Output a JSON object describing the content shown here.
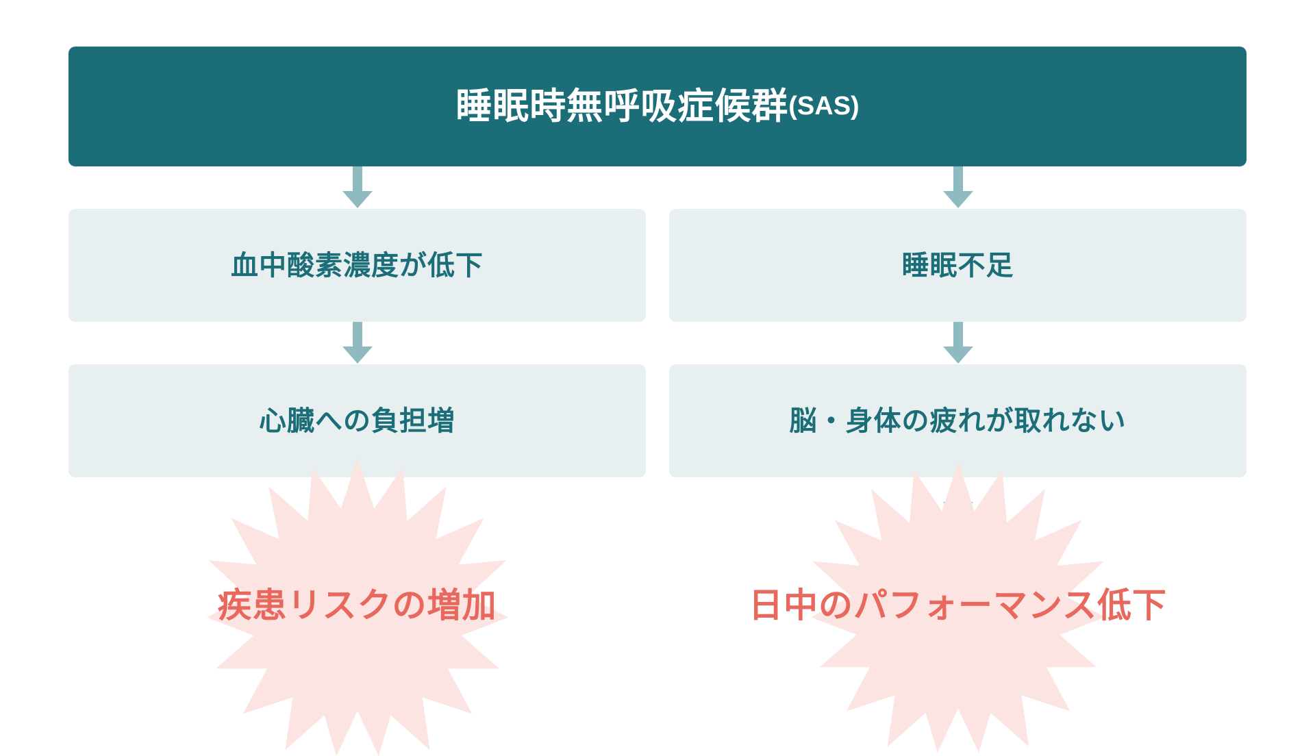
{
  "header": {
    "title": "睡眠時無呼吸症候群",
    "abbr": "(SAS)",
    "bg_color": "#1b6d77",
    "text_color": "#ffffff"
  },
  "theme": {
    "teal": "#1b6d77",
    "box_bg": "#e7eff1",
    "arrow_color": "#8fbac0",
    "accent_red": "#e8685d",
    "burst_pink": "#fbe4e1",
    "page_bg": "#ffffff"
  },
  "columns": [
    {
      "id": "left",
      "arrow_icon": "down-arrow-icon",
      "steps": [
        {
          "label": "血中酸素濃度が低下"
        },
        {
          "label": "心臓への負担増"
        }
      ],
      "outcome": {
        "label": "疾患リスクの増加",
        "shape": "starburst",
        "color": "#e8685d"
      }
    },
    {
      "id": "right",
      "arrow_icon": "down-arrow-icon",
      "steps": [
        {
          "label": "睡眠不足"
        },
        {
          "label": "脳・身体の疲れが取れない"
        }
      ],
      "outcome": {
        "label": "日中のパフォーマンス低下",
        "shape": "starburst",
        "color": "#e8685d"
      }
    }
  ]
}
